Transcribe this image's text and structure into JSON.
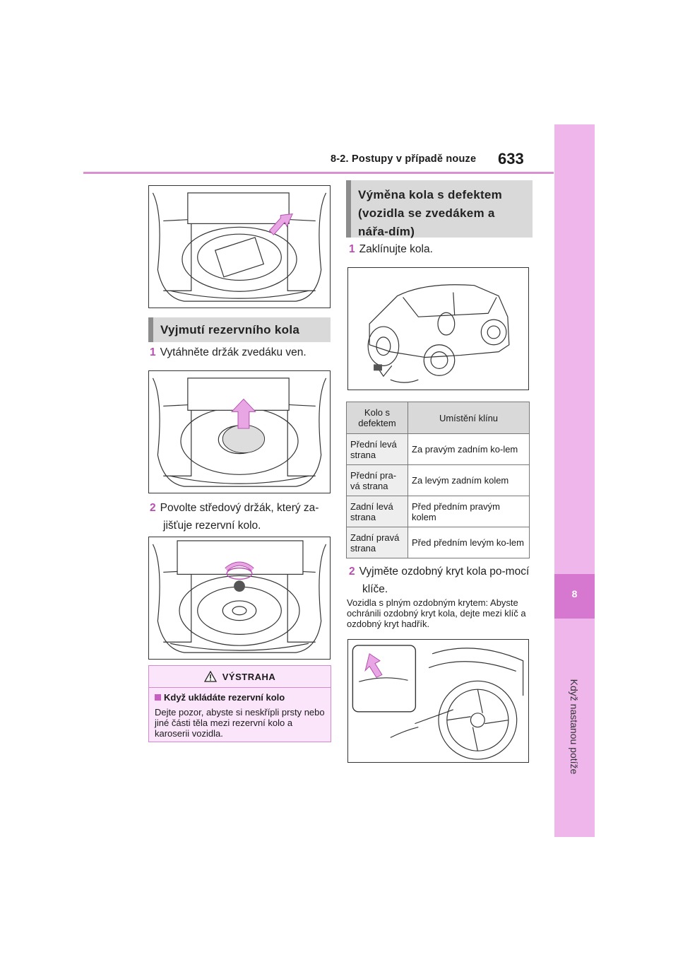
{
  "header": {
    "section_title": "8-2. Postupy v případě nouze",
    "page_number": "633"
  },
  "side_tab": {
    "chapter_number": "8",
    "chapter_title": "Když nastanou potíže"
  },
  "left": {
    "section_title": "Vyjmutí rezervního kola",
    "steps": [
      {
        "num": "1",
        "text": "Vytáhněte držák zvedáku ven."
      },
      {
        "num": "2",
        "text": "Povolte středový držák, který za-jišťuje rezervní kolo."
      }
    ],
    "warning": {
      "title": "VÝSTRAHA",
      "subtitle": "Když ukládáte rezervní kolo",
      "body": "Dejte pozor, abyste si neskřípli prsty nebo jiné části těla mezi rezervní kolo a karoserii vozidla."
    }
  },
  "right": {
    "section_title": "Výměna kola s defektem (vozidla se zvedákem a nářa-dím)",
    "steps": [
      {
        "num": "1",
        "text": "Zaklínujte kola."
      },
      {
        "num": "2",
        "text": "Vyjměte ozdobný kryt kola po-mocí klíče."
      }
    ],
    "table": {
      "headers": [
        "Kolo s defektem",
        "Umístění klínu"
      ],
      "rows": [
        [
          "Přední levá strana",
          "Za pravým zadním ko-lem"
        ],
        [
          "Přední pra-vá strana",
          "Za levým zadním kolem"
        ],
        [
          "Zadní levá strana",
          "Před předním pravým kolem"
        ],
        [
          "Zadní pravá strana",
          "Před předním levým ko-lem"
        ]
      ]
    },
    "note": "Vozidla s plným ozdobným krytem: Abyste ochránili ozdobný kryt kola, dejte mezi klíč a ozdobný kryt hadřík."
  },
  "colors": {
    "accent": "#d678d0",
    "tab_light": "#efb6ec",
    "warning_bg": "#fbe5fa",
    "arrow": "#d98ed2",
    "section_bg": "#d9d9d9"
  }
}
